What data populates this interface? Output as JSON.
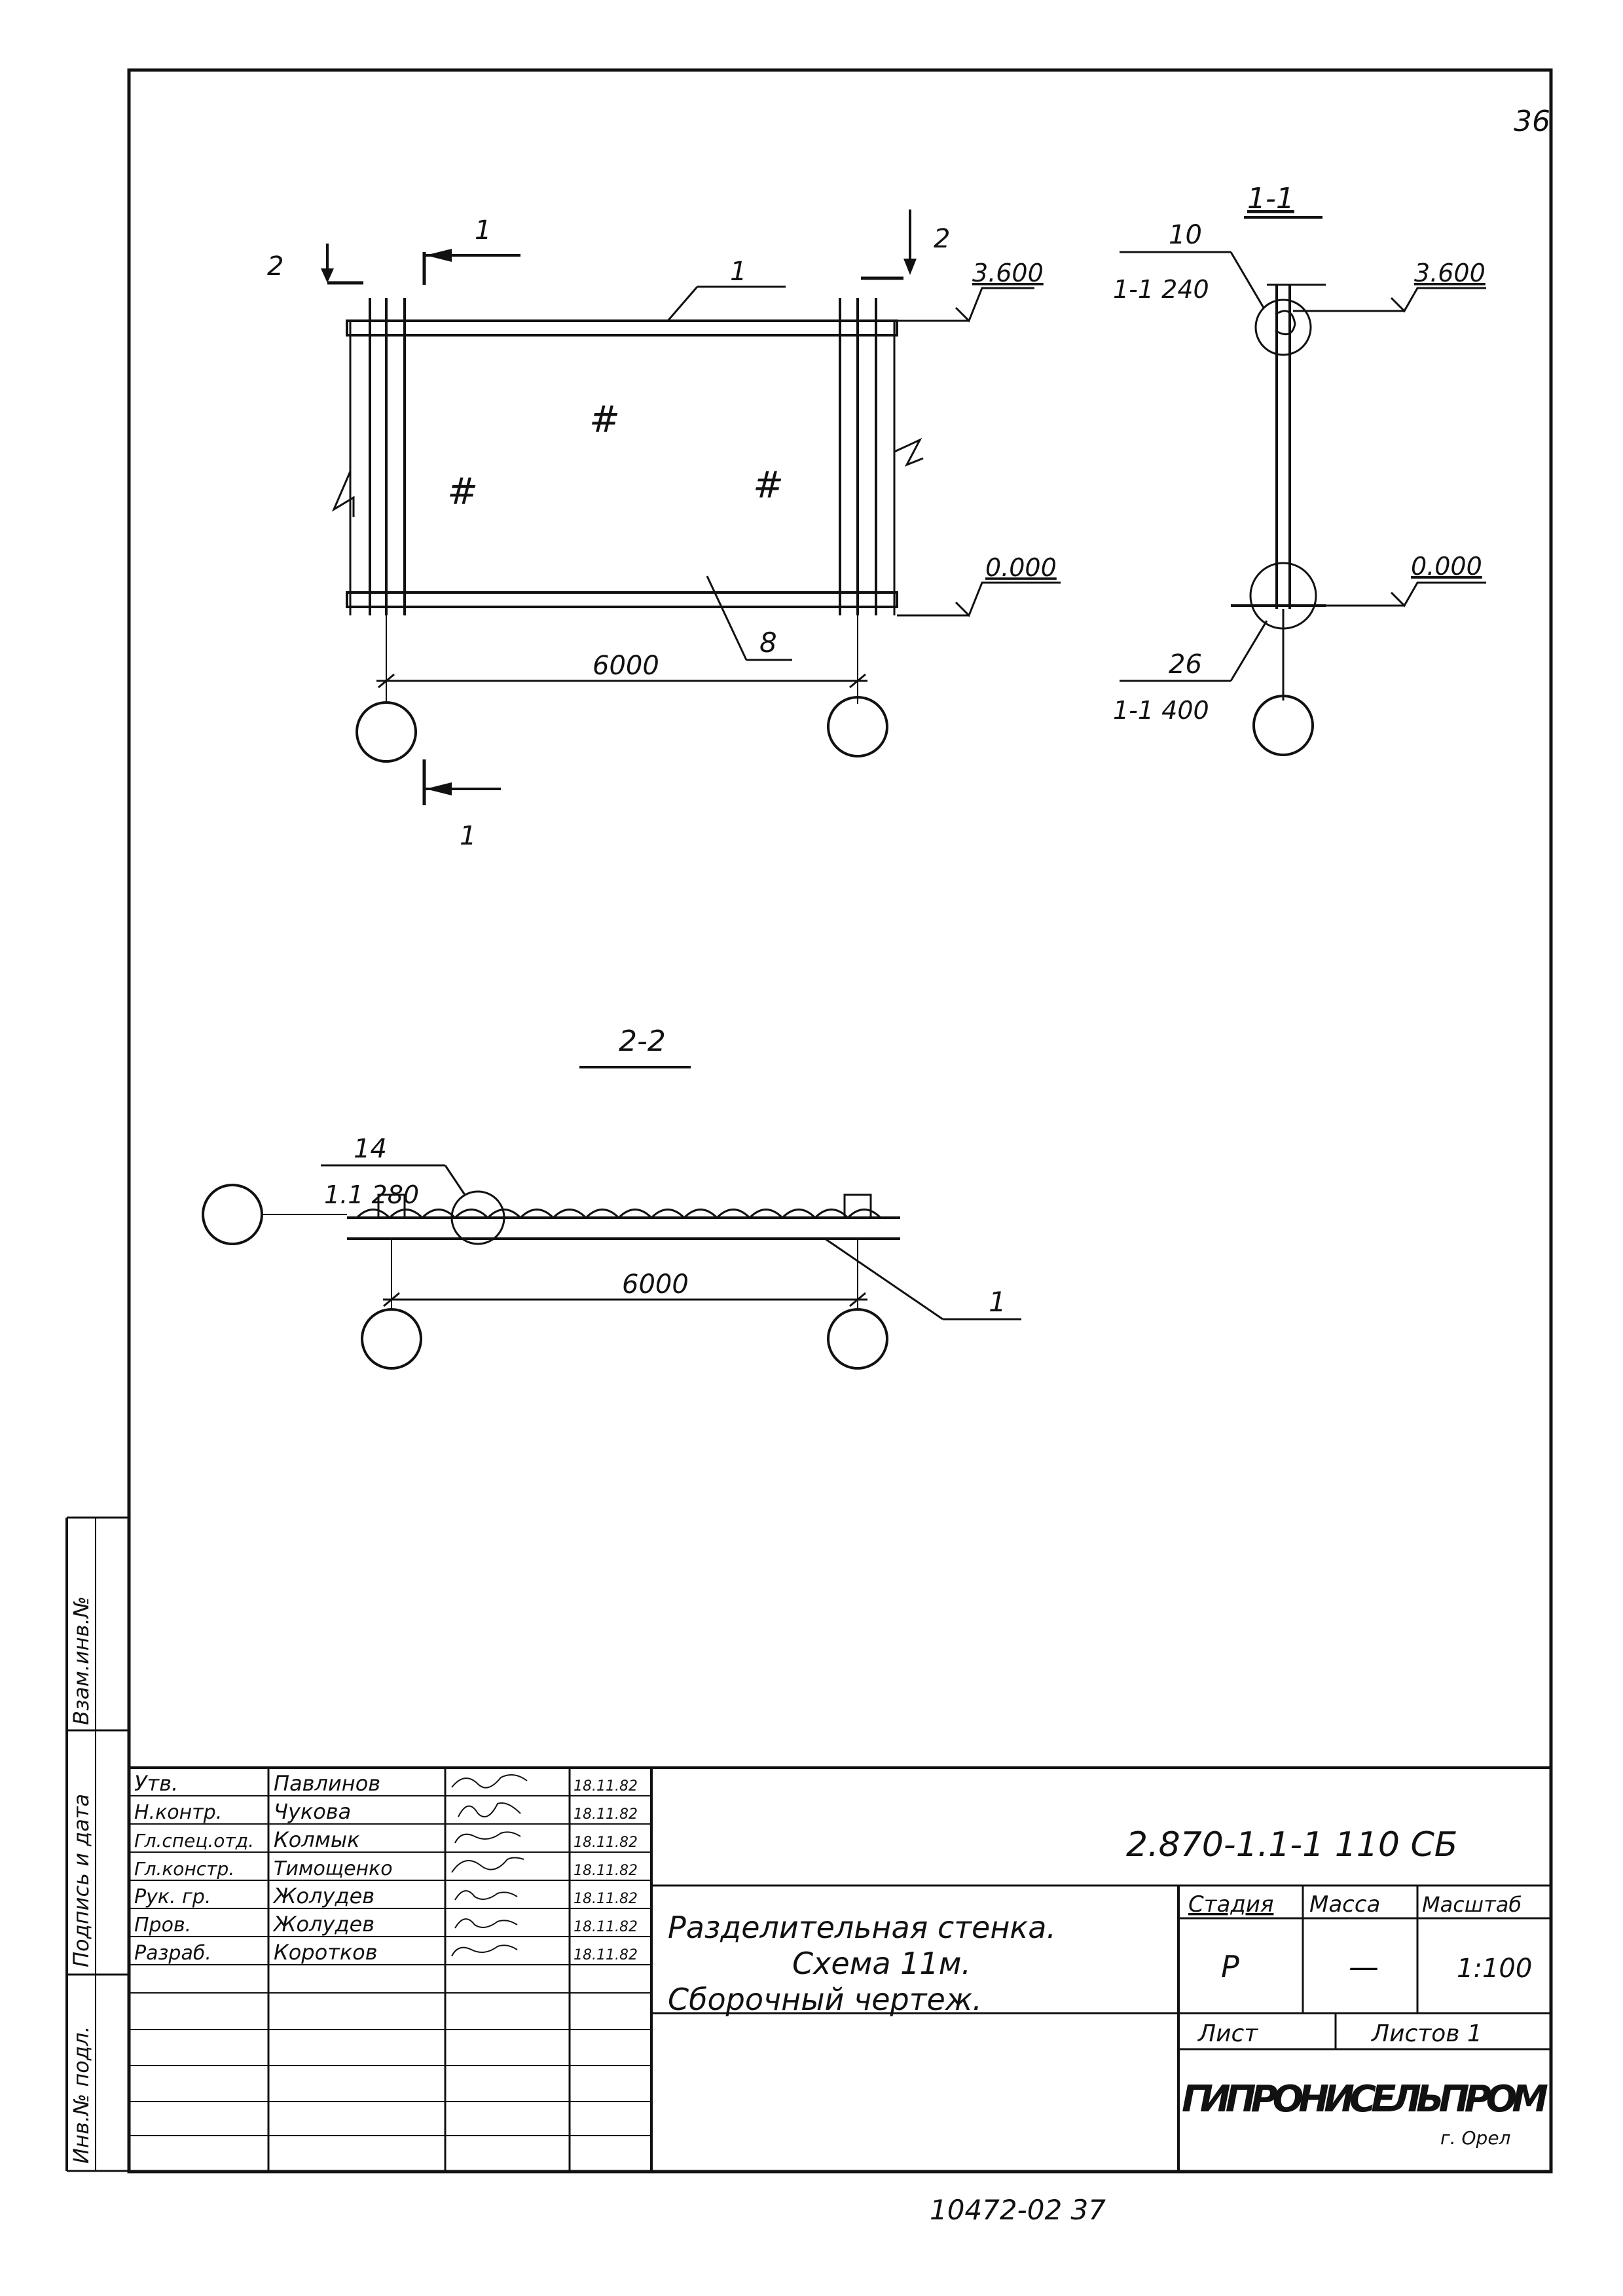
{
  "page_number": "36",
  "drawing": {
    "elevation": {
      "section_marker_2_left": "2",
      "section_marker_2_right": "2",
      "section_marker_1_top": "1",
      "section_marker_1_bottom": "1",
      "beam_label": "1",
      "slab_label": "8",
      "hash_mark": "#",
      "level_top": "3.600",
      "level_bottom": "0.000",
      "span": "6000"
    },
    "section_1_1": {
      "title": "1-1",
      "node_top_number": "10",
      "node_top_ref": "1-1 240",
      "node_bottom_number": "26",
      "node_bottom_ref": "1-1 400",
      "level_top": "3.600",
      "level_bottom": "0.000"
    },
    "section_2_2": {
      "title": "2-2",
      "node_number": "14",
      "node_ref": "1.1 280",
      "span": "6000",
      "beam_label": "1"
    }
  },
  "side_stamp": {
    "col1": "Взам.инв.№",
    "col2": "Подпись и дата",
    "col3": "Инв.№ подл."
  },
  "title_block": {
    "signatures": [
      {
        "role": "Утв.",
        "name": "Павлинов",
        "date": "18.11.82"
      },
      {
        "role": "Н.контр.",
        "name": "Чукова",
        "date": "18.11.82"
      },
      {
        "role": "Гл.спец.отд.",
        "name": "Колмык",
        "date": "18.11.82"
      },
      {
        "role": "Гл.констр.",
        "name": "Тимощенко",
        "date": "18.11.82"
      },
      {
        "role": "Рук. гр.",
        "name": "Жолудев",
        "date": "18.11.82"
      },
      {
        "role": "Пров.",
        "name": "Жолудев",
        "date": "18.11.82"
      },
      {
        "role": "Разраб.",
        "name": "Коротков",
        "date": "18.11.82"
      }
    ],
    "doc_code": "2.870-1.1-1 110 СБ",
    "title_line1": "Разделительная стенка.",
    "title_line2": "Схема 11м.",
    "title_line3": "Сборочный чертеж.",
    "stage_header": "Стадия",
    "mass_header": "Масса",
    "scale_header": "Масштаб",
    "stage_value": "Р",
    "mass_value": "—",
    "scale_value": "1:100",
    "sheet_label": "Лист",
    "sheets_label": "Листов 1",
    "org_name": "ГИПРОНИСЕЛЬПРОМ",
    "org_city": "г. Орел"
  },
  "footer_number": "10472-02 37"
}
